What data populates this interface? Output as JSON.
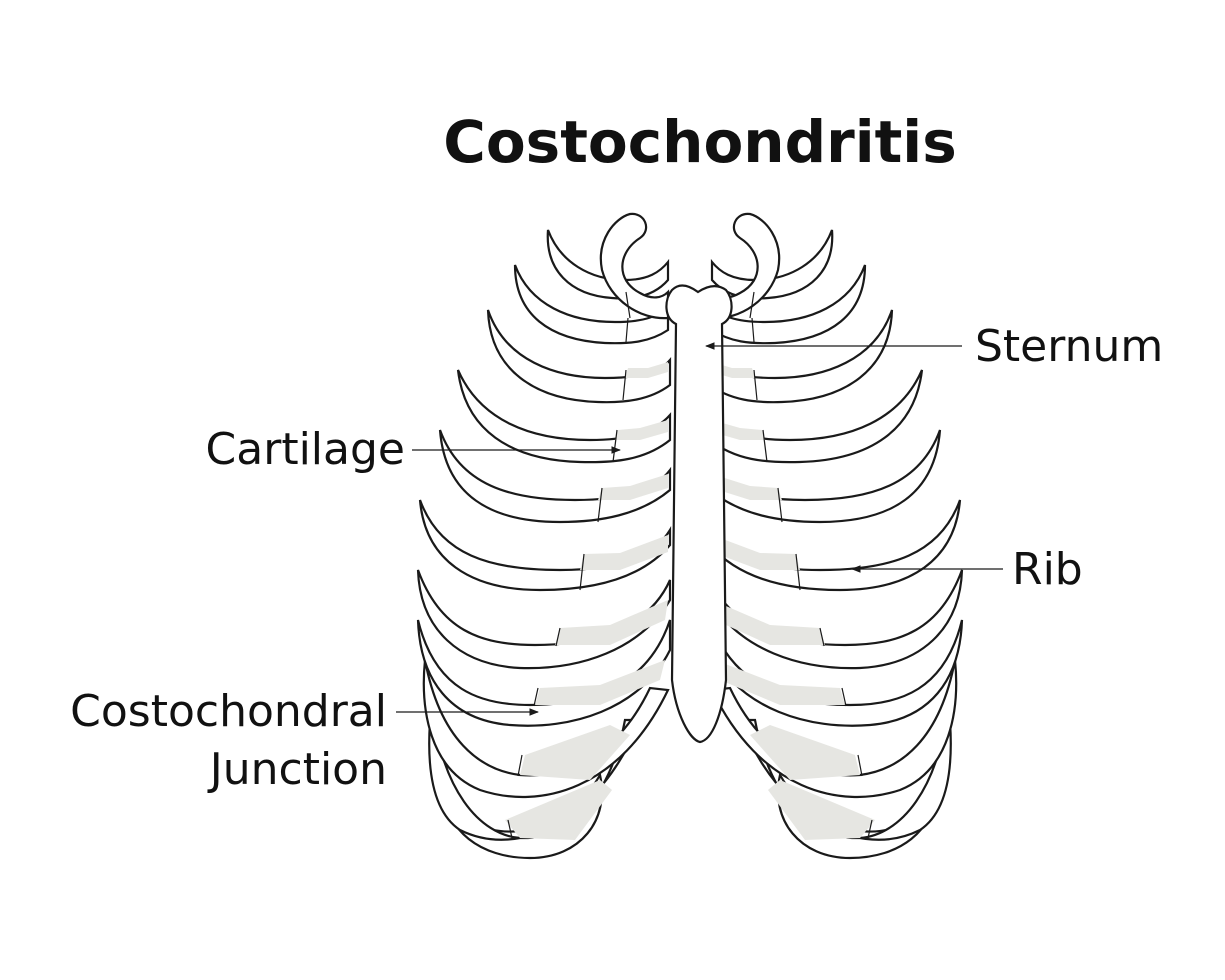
{
  "title": "Costochondritis",
  "labels": {
    "sternum": "Sternum",
    "cartilage": "Cartilage",
    "rib": "Rib",
    "junction_line1": "Costochondral",
    "junction_line2": "Junction"
  },
  "colors": {
    "outline": "#1a1a1a",
    "cartilage_shade": "#e6e6e2",
    "background": "#ffffff"
  }
}
